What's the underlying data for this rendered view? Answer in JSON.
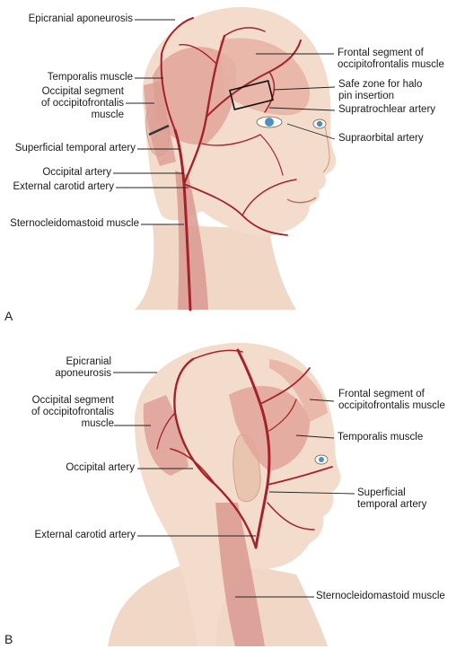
{
  "panels": [
    "A",
    "B"
  ],
  "colors": {
    "skin": "#f3dccb",
    "skin_shadow": "#e6c1a8",
    "muscle": "#d99a92",
    "muscle_light": "#e9b8ae",
    "artery": "#a3232a",
    "artery_dark": "#7e1519",
    "iris": "#4f8fbf"
  },
  "labels_a": {
    "epicranial": "Epicranial aponeurosis",
    "temporalis": "Temporalis muscle",
    "occipital_segment": "Occipital segment\nof occipitofrontalis\nmuscle",
    "superficial_temporal": "Superficial temporal artery",
    "occipital_artery": "Occipital artery",
    "external_carotid": "External carotid artery",
    "scm": "Sternocleidomastoid muscle",
    "frontal_segment": "Frontal segment of\noccipitofrontalis muscle",
    "safe_zone": "Safe zone for halo\npin insertion",
    "supratrochlear": "Supratrochlear artery",
    "supraorbital": "Supraorbital artery"
  },
  "labels_b": {
    "epicranial": "Epicranial\naponeurosis",
    "occipital_segment": "Occipital segment\nof occipitofrontalis\nmuscle",
    "occipital_artery": "Occipital artery",
    "external_carotid": "External carotid artery",
    "frontal_segment": "Frontal segment of\noccipitofrontalis muscle",
    "temporalis": "Temporalis muscle",
    "superficial_temporal": "Superficial\ntemporal artery",
    "scm": "Sternocleidomastoid muscle"
  }
}
